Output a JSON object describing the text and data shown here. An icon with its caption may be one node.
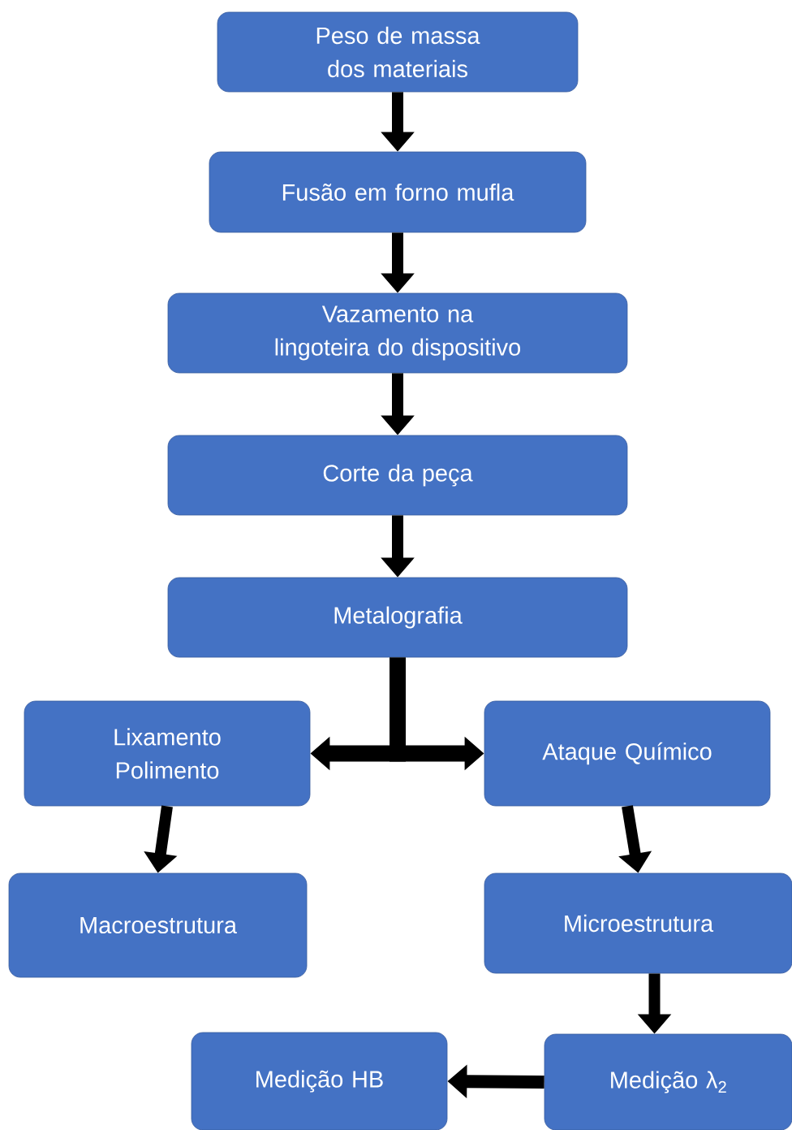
{
  "diagram": {
    "nodes": [
      {
        "text": [
          "Peso de massa dos materiais"
        ]
      },
      {
        "text": [
          "Fusão em forno mufla"
        ]
      },
      {
        "text": [
          "Vazamento na lingoteira do dispositivo"
        ]
      },
      {
        "text": [
          "Corte da peça"
        ]
      },
      {
        "text": [
          "Metalografia"
        ]
      },
      {
        "text": [
          "Lixamento Polimento"
        ]
      },
      {
        "text": [
          "Ataque Químico"
        ]
      },
      {
        "text": [
          "Macroestrutura"
        ]
      },
      {
        "text": [
          "Microestrutura"
        ]
      },
      {
        "text": [
          "Medição HB"
        ]
      },
      {
        "text": [
          "Medição λ$_{2}$"
        ]
      }
    ],
    "edges": [
      {
        "from": 0,
        "to": 1,
        "arrow": "to"
      },
      {
        "from": 1,
        "to": 2,
        "arrow": "to"
      },
      {
        "from": 2,
        "to": 3,
        "arrow": "to"
      },
      {
        "from": 3,
        "to": 4,
        "arrow": "to"
      },
      {
        "from": 4,
        "to": 5,
        "arrow": "to"
      },
      {
        "from": 4,
        "to": 6,
        "arrow": "to"
      },
      {
        "from": 5,
        "to": 7,
        "arrow": "to"
      },
      {
        "from": 6,
        "to": 8,
        "arrow": "to"
      },
      {
        "from": 8,
        "to": 10,
        "arrow": "to"
      },
      {
        "from": 10,
        "to": 9,
        "arrow": "to"
      }
    ]
  }
}
